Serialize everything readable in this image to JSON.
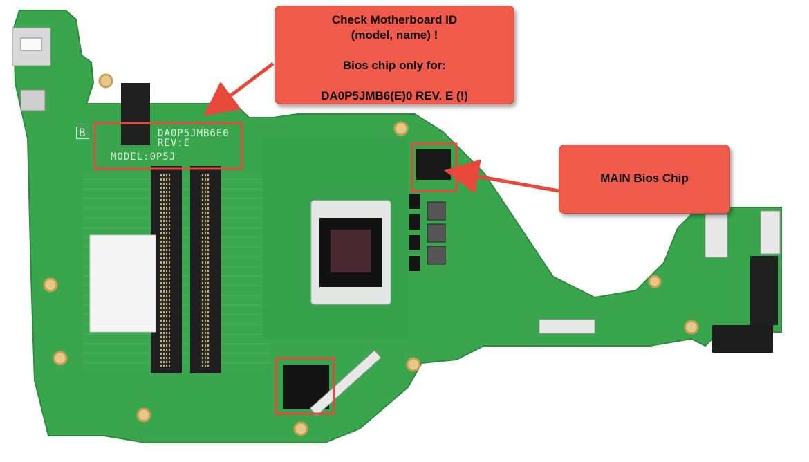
{
  "callouts": {
    "motherboard_id": {
      "lines": [
        "Check Motherboard ID",
        "(model, name) !",
        "",
        "Bios chip only for:",
        "",
        "DA0P5JMB6(E)0 REV. E  (!)"
      ]
    },
    "main_bios": {
      "label": "MAIN Bios Chip"
    }
  },
  "board_silkscreen": {
    "board_code": "DA0P5JMB6E0",
    "revision": "REV:E",
    "model": "MODEL:0P5J",
    "b_mark": "B"
  },
  "colors": {
    "pcb_green": "#3aa84e",
    "pcb_dark": "#2e8c40",
    "callout_fill": "#f05a4a",
    "highlight_box": "#e8483a",
    "arrow": "#e8483a"
  }
}
